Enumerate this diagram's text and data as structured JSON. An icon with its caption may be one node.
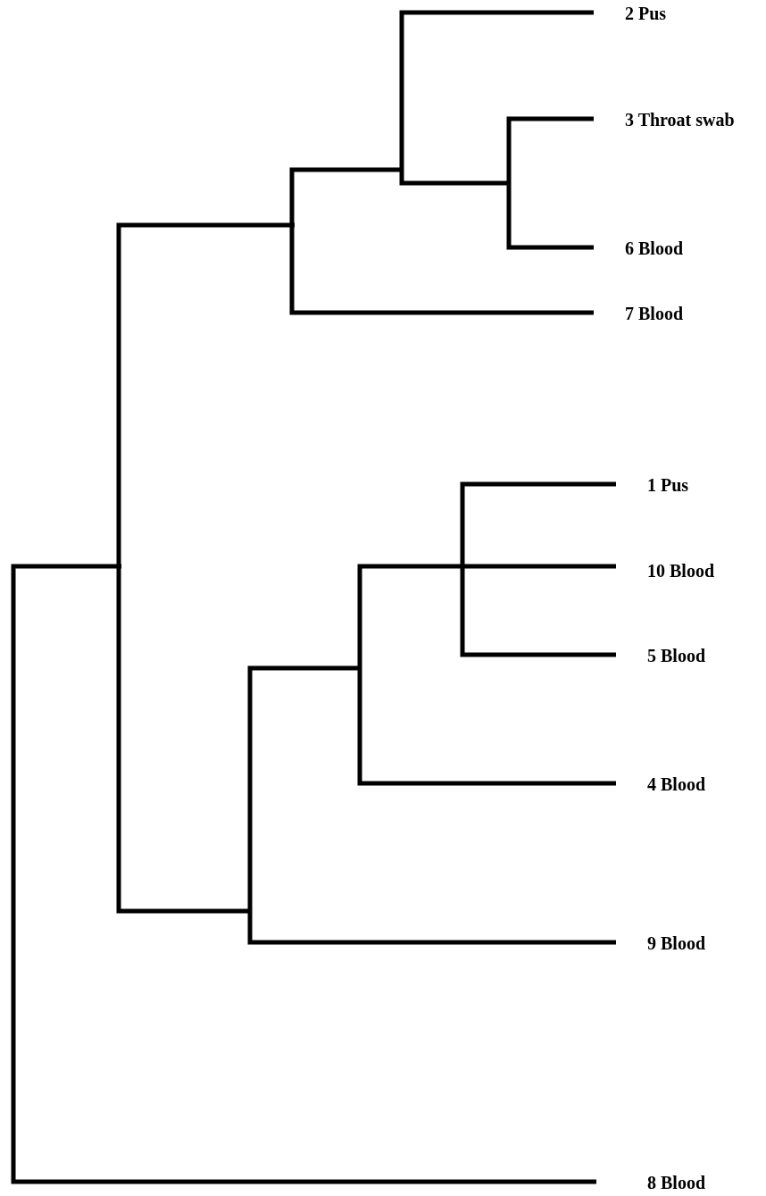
{
  "diagram": {
    "labels": [
      "2 Pus",
      "3 Throat swab",
      "6 Blood",
      "7 Blood",
      "1 Pus",
      "10 Blood",
      "5 Blood",
      "4 Blood",
      "9 Blood",
      "8 Blood"
    ]
  }
}
